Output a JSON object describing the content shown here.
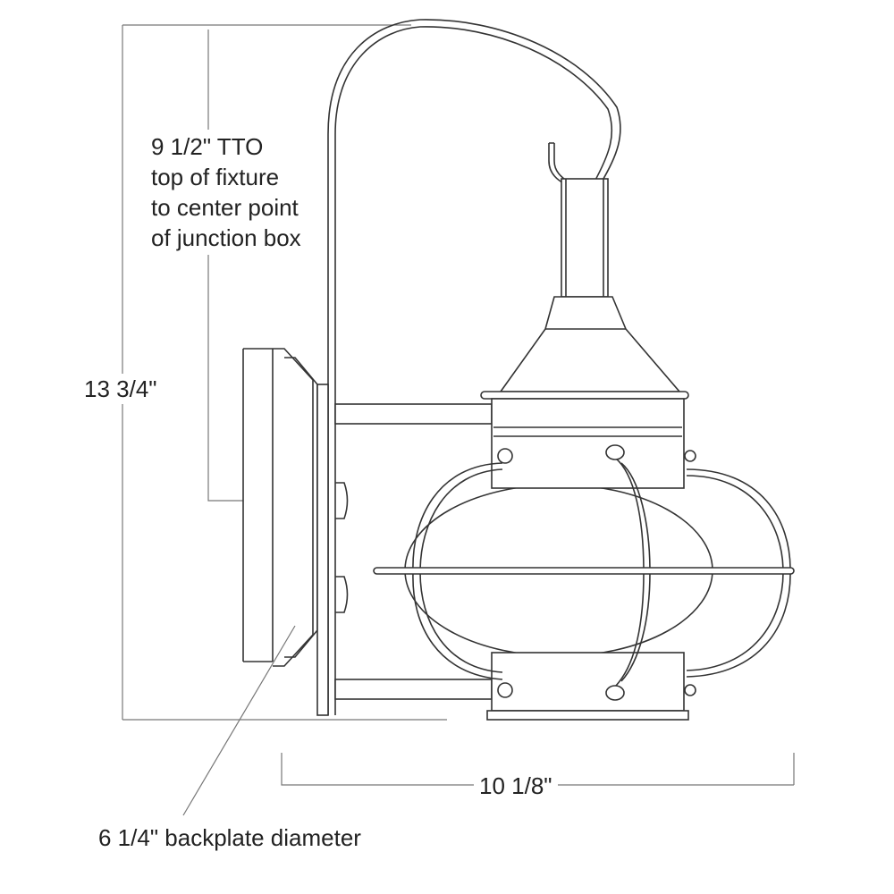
{
  "title": "Wall lantern fixture dimension diagram",
  "dimensions": {
    "height_overall": "13 3/4\"",
    "tto_lines": [
      "9 1/2\" TTO",
      "top of fixture",
      "to center point",
      "of junction box"
    ],
    "extension": "10 1/8\"",
    "backplate": "6 1/4\" backplate diameter"
  }
}
